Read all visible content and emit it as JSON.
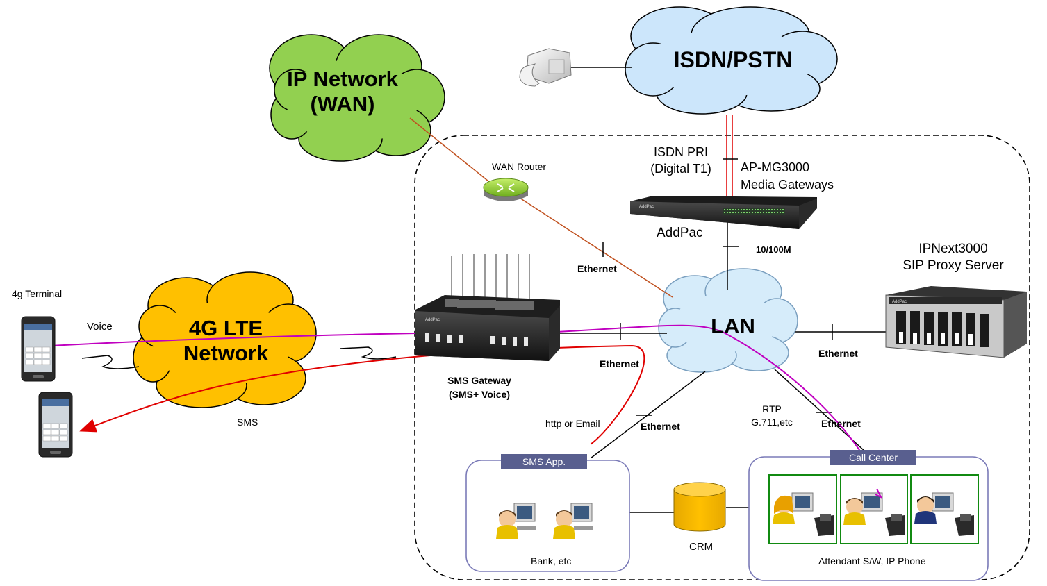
{
  "colors": {
    "ip_cloud": "#92d050",
    "pstn_cloud": "#cce6fb",
    "lte_cloud": "#ffc000",
    "lan_cloud": "#d6ecfa",
    "voice_line": "#c000c0",
    "sms_line": "#e00000",
    "wan_line": "#c0501e",
    "isdn_line": "#e00000",
    "box_border": "#7b7bb8",
    "tag_fill": "#595f8f",
    "cc_green": "#118a11",
    "crm_fill": "#ffc000"
  },
  "clouds": {
    "ip_network": {
      "line1": "IP Network",
      "line2": "(WAN)"
    },
    "pstn": {
      "label": "ISDN/PSTN"
    },
    "lte": {
      "line1": "4G LTE",
      "line2": "Network"
    },
    "lan": {
      "label": "LAN"
    }
  },
  "labels": {
    "isdn_pri_1": "ISDN PRI",
    "isdn_pri_2": "(Digital T1)",
    "mg_1": "AP-MG3000",
    "mg_2": "Media Gateways",
    "addpac": "AddPac",
    "speed": "10/100M",
    "wan_router": "WAN Router",
    "ethernet_wan": "Ethernet",
    "ipnext_1": "IPNext3000",
    "ipnext_2": "SIP Proxy Server",
    "terminal": "4g Terminal",
    "voice": "Voice",
    "sms": "SMS",
    "sms_gw_1": "SMS Gateway",
    "sms_gw_2": "(SMS+ Voice)",
    "ethernet_gw": "Ethernet",
    "ethernet_proxy": "Ethernet",
    "http": "http or Email",
    "ethernet_app": "Ethernet",
    "rtp_1": "RTP",
    "rtp_2": "G.711,etc",
    "ethernet_cc": "Ethernet",
    "sms_app": "SMS App.",
    "call_center": "Call Center",
    "bank": "Bank, etc",
    "crm": "CRM",
    "attendant": "Attendant S/W,  IP Phone"
  },
  "device_logos": {
    "addpac_front": "AddPac",
    "sms_gw_front": "AddPac",
    "ipnext_front": "AddPac"
  },
  "icons": [
    "telephone-icon",
    "router-icon",
    "media-gateway-icon",
    "sms-gateway-icon",
    "sip-server-icon",
    "mobile-phone-icon",
    "agent-pc-icon",
    "ip-phone-icon",
    "database-icon"
  ]
}
